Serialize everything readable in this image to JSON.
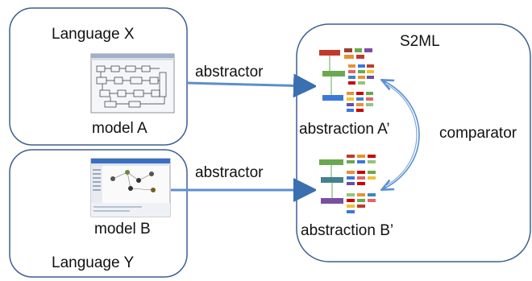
{
  "containers": {
    "language_x": "Language X",
    "language_y": "Language Y",
    "s2ml": "S2ML"
  },
  "models": {
    "model_a": "model A",
    "model_b": "model B"
  },
  "abstractions": {
    "abstraction_a": "abstraction A’",
    "abstraction_b": "abstraction B’"
  },
  "edges": {
    "abstractor_top": "abstractor",
    "abstractor_bottom": "abstractor",
    "comparator": "comparator"
  },
  "colors": {
    "box_border": "#3d5f91",
    "arrow": "#5b8fd0",
    "arrow_dark": "#3a6fb0",
    "comparator_arrow": "#7aa8dc"
  }
}
